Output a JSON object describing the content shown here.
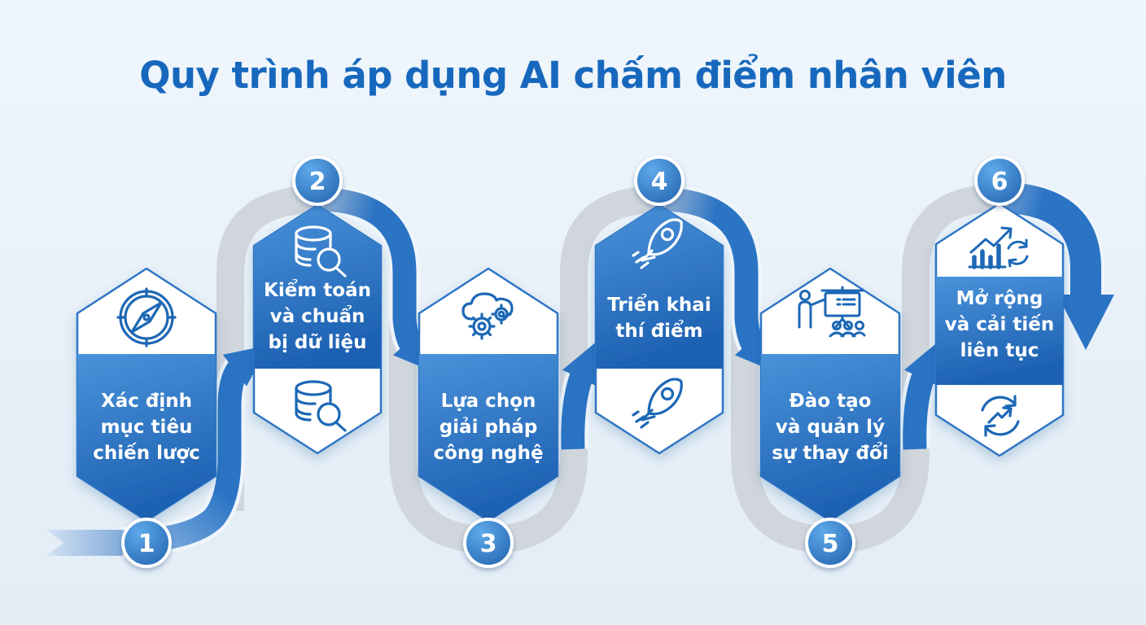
{
  "title": "Quy trình áp dụng AI chấm điểm nhân viên",
  "colors": {
    "accent_blue": "#2b74c4",
    "deep_blue": "#1d61b2",
    "light_blue": "#4a92da",
    "ribbon_gray": "#d1d6dc",
    "background": "#eaf2fa",
    "title_blue": "#1768bd",
    "text_white": "#ffffff"
  },
  "steps": [
    {
      "number": "1",
      "icon": "compass-icon",
      "lines": [
        "Xác định",
        "mục tiêu",
        "chiến lược"
      ]
    },
    {
      "number": "2",
      "icon": "database-search-icon",
      "secondary_icon": "database-search-icon",
      "lines": [
        "Kiểm toán",
        "và chuẩn",
        "bị dữ liệu"
      ]
    },
    {
      "number": "3",
      "icon": "cloud-gears-icon",
      "lines": [
        "Lựa chọn",
        "giải pháp",
        "công nghệ"
      ]
    },
    {
      "number": "4",
      "icon": "rocket-icon",
      "secondary_icon": "rocket-icon",
      "lines": [
        "Triển khai",
        "thí điểm"
      ]
    },
    {
      "number": "5",
      "icon": "training-presentation-icon",
      "lines": [
        "Đào tạo",
        "và quản lý",
        "sự thay đổi"
      ]
    },
    {
      "number": "6",
      "icon": "growth-chart-refresh-icon",
      "secondary_icon": "sync-arrows-icon",
      "lines": [
        "Mở rộng",
        "và cải tiến",
        "liên tục"
      ]
    }
  ]
}
